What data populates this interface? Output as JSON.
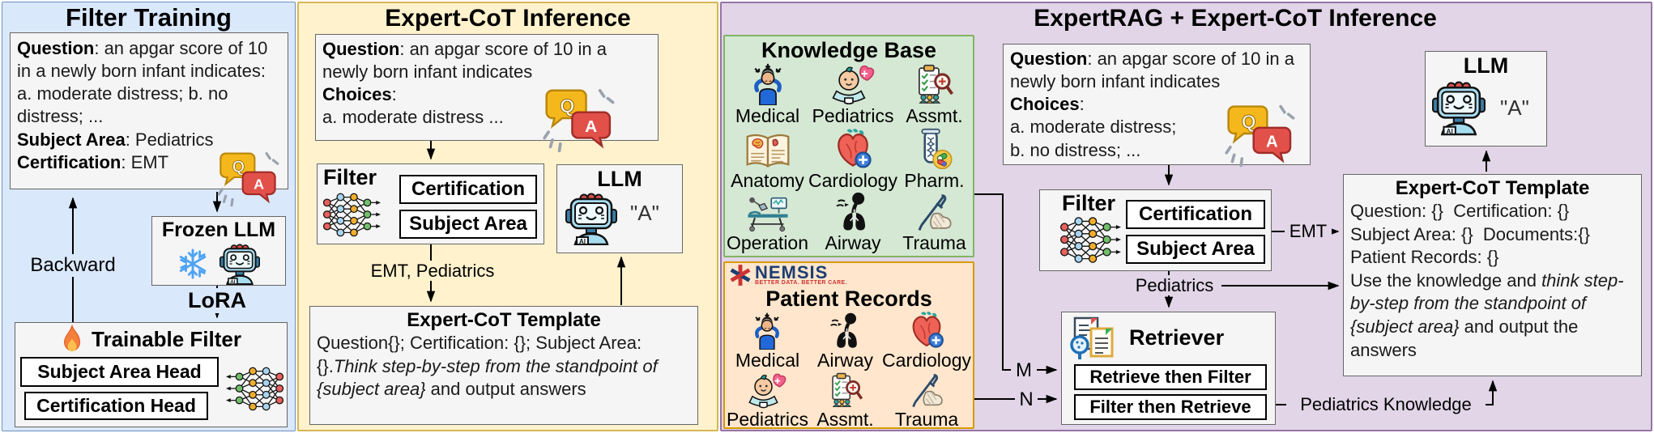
{
  "figure": {
    "palette": {
      "panel1_bg": "#dae8fc",
      "panel1_border": "#6c8ebf",
      "panel2_bg": "#fff2cc",
      "panel2_border": "#d6b656",
      "panel3_bg": "#e1d5e7",
      "panel3_border": "#9673a6",
      "knowledge_base_bg": "#d5e8d4",
      "knowledge_base_border": "#82b366",
      "patient_records_bg": "#ffe6cc",
      "patient_records_border": "#d79b00",
      "card_bg": "#f5f5f5",
      "card_border": "#666666"
    },
    "filter_training": {
      "title": "Filter Training",
      "question_card": {
        "question_label": "Question",
        "question_text": ": an apgar score of 10 in a newly born infant indicates: a. moderate distress; b. no distress; ...",
        "subject_area_label": "Subject Area",
        "subject_area_value": ": Pediatrics",
        "certification_label": "Certification",
        "certification_value": ": EMT"
      },
      "backward_label": "Backward",
      "frozen_llm_title": "Frozen LLM",
      "lora_label": "LoRA",
      "trainable_filter": {
        "title": "Trainable Filter",
        "subject_area_head": "Subject Area Head",
        "certification_head": "Certification Head"
      }
    },
    "expert_cot_inference": {
      "title": "Expert-CoT Inference",
      "question_card": {
        "question_label": "Question",
        "question_text": ": an apgar score of 10 in a newly born infant indicates",
        "choices_label": "Choices",
        "choices_colon": ":",
        "choice_a": "a. moderate distress ..."
      },
      "filter": {
        "title": "Filter",
        "certification_output": "Certification",
        "subject_area_output": "Subject Area"
      },
      "filter_output_label": "EMT, Pediatrics",
      "llm": {
        "title": "LLM",
        "answer": "\"A\""
      },
      "template": {
        "title": "Expert-CoT Template",
        "body_plain": "Question{}; Certification: {}; Subject Area: {}.",
        "body_italic": "Think step-by-step from the standpoint of {subject area}",
        "body_tail": " and output answers"
      }
    },
    "expertrag": {
      "title": "ExpertRAG + Expert-CoT Inference",
      "knowledge_base": {
        "title": "Knowledge Base",
        "items": [
          {
            "icon": "medical",
            "label": "Medical"
          },
          {
            "icon": "pediatrics",
            "label": "Pediatrics"
          },
          {
            "icon": "assessment",
            "label": "Assmt."
          },
          {
            "icon": "anatomy",
            "label": "Anatomy"
          },
          {
            "icon": "cardiology",
            "label": "Cardiology"
          },
          {
            "icon": "pharmacology",
            "label": "Pharm."
          },
          {
            "icon": "operation",
            "label": "Operation"
          },
          {
            "icon": "airway",
            "label": "Airway"
          },
          {
            "icon": "trauma",
            "label": "Trauma"
          }
        ]
      },
      "patient_records": {
        "logo_text": "NEMSIS",
        "logo_tagline": "BETTER DATA. BETTER CARE.",
        "title": "Patient Records",
        "items": [
          {
            "icon": "medical",
            "label": "Medical"
          },
          {
            "icon": "airway",
            "label": "Airway"
          },
          {
            "icon": "cardiology",
            "label": "Cardiology"
          },
          {
            "icon": "pediatrics",
            "label": "Pediatrics"
          },
          {
            "icon": "assessment",
            "label": "Assmt."
          },
          {
            "icon": "trauma",
            "label": "Trauma"
          }
        ]
      },
      "question_card": {
        "question_label": "Question",
        "question_text": ": an apgar score of 10 in a newly born infant indicates",
        "choices_label": "Choices",
        "choices_colon": ":",
        "choice_a": "a. moderate distress;",
        "choice_b": "b. no distress; ..."
      },
      "filter": {
        "title": "Filter",
        "certification_output": "Certification",
        "subject_area_output": "Subject Area"
      },
      "edge_labels": {
        "emt": "EMT",
        "pediatrics": "Pediatrics",
        "m": "M",
        "n": "N",
        "pediatrics_knowledge": "Pediatrics Knowledge"
      },
      "retriever": {
        "title": "Retriever",
        "mode_1": "Retrieve then Filter",
        "mode_2": "Filter then Retrieve"
      },
      "template": {
        "title": "Expert-CoT Template",
        "line_1": "Question: {}  Certification: {}",
        "line_2": "Subject Area: {}  Documents:{}",
        "line_3": "Patient Records: {}",
        "body_plain": "Use the knowledge and ",
        "body_italic": "think step-by-step from the standpoint of {subject area}",
        "body_tail": " and output the answers"
      },
      "llm": {
        "title": "LLM",
        "answer": "\"A\""
      }
    }
  }
}
